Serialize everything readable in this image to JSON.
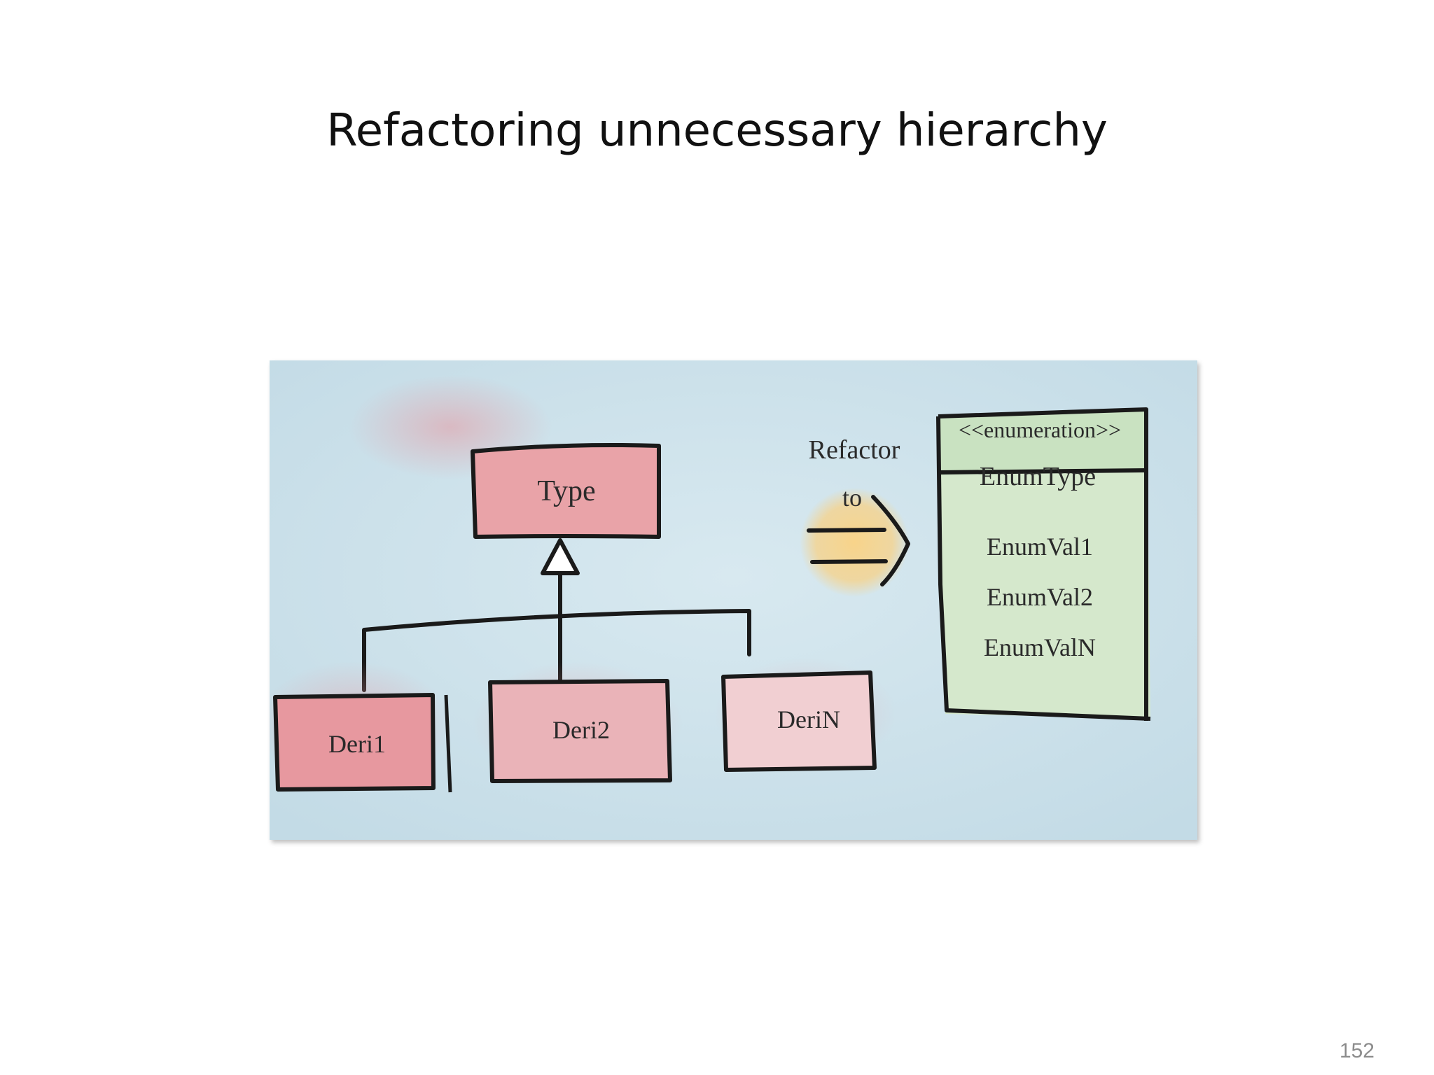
{
  "slide": {
    "title": "Refactoring unnecessary hierarchy",
    "page_number": "152"
  },
  "diagram": {
    "base_class": "Type",
    "derived_classes": [
      "Deri1",
      "Deri2",
      "DeriN"
    ],
    "refactor_label_line1": "Refactor",
    "refactor_label_line2": "to",
    "enum": {
      "stereotype": "<<enumeration>>",
      "name": "EnumType",
      "values": [
        "EnumVal1",
        "EnumVal2",
        "EnumValN"
      ]
    },
    "colors": {
      "background": "#cfe3ec",
      "class_fill": "#e9a3a8",
      "class_fill_light": "#f2c9cc",
      "enum_fill": "#c6e0be",
      "arrow_highlight": "#f6d58e",
      "ink": "#1a1a1a"
    }
  }
}
